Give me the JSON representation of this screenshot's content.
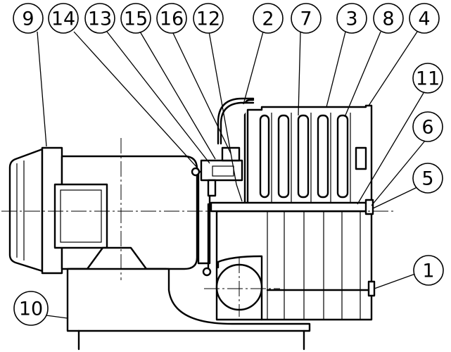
{
  "callouts": [
    {
      "id": "9",
      "label": "9"
    },
    {
      "id": "14",
      "label": "14"
    },
    {
      "id": "13",
      "label": "13"
    },
    {
      "id": "15",
      "label": "15"
    },
    {
      "id": "16",
      "label": "16"
    },
    {
      "id": "12",
      "label": "12"
    },
    {
      "id": "2",
      "label": "2"
    },
    {
      "id": "7",
      "label": "7"
    },
    {
      "id": "3",
      "label": "3"
    },
    {
      "id": "8",
      "label": "8"
    },
    {
      "id": "4",
      "label": "4"
    },
    {
      "id": "11",
      "label": "11"
    },
    {
      "id": "6",
      "label": "6"
    },
    {
      "id": "5",
      "label": "5"
    },
    {
      "id": "1",
      "label": "1"
    },
    {
      "id": "10",
      "label": "10"
    }
  ]
}
